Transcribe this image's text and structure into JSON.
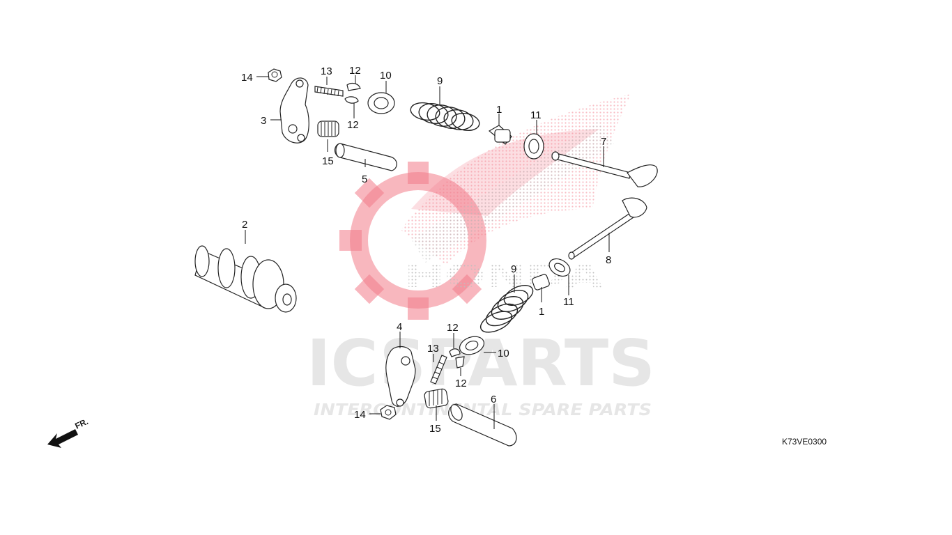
{
  "diagram": {
    "code": "K73VE0300",
    "direction_label": "FR.",
    "watermark": {
      "brand_text": "HONDA",
      "main_text": "ICSPARTS",
      "tagline": "INTERCONTINENTAL SPARE PARTS",
      "colors": {
        "red": "#e8102a",
        "grey": "#8a8a8a"
      }
    },
    "callouts": [
      {
        "id": "c14a",
        "label": "14"
      },
      {
        "id": "c13a",
        "label": "13"
      },
      {
        "id": "c12a",
        "label": "12"
      },
      {
        "id": "c12b",
        "label": "12"
      },
      {
        "id": "c10a",
        "label": "10"
      },
      {
        "id": "c9a",
        "label": "9"
      },
      {
        "id": "c1a",
        "label": "1"
      },
      {
        "id": "c11a",
        "label": "11"
      },
      {
        "id": "c7",
        "label": "7"
      },
      {
        "id": "c3",
        "label": "3"
      },
      {
        "id": "c15a",
        "label": "15"
      },
      {
        "id": "c5",
        "label": "5"
      },
      {
        "id": "c2",
        "label": "2"
      },
      {
        "id": "c8",
        "label": "8"
      },
      {
        "id": "c9b",
        "label": "9"
      },
      {
        "id": "c1b",
        "label": "1"
      },
      {
        "id": "c11b",
        "label": "11"
      },
      {
        "id": "c4",
        "label": "4"
      },
      {
        "id": "c12c",
        "label": "12"
      },
      {
        "id": "c13b",
        "label": "13"
      },
      {
        "id": "c10b",
        "label": "10"
      },
      {
        "id": "c12d",
        "label": "12"
      },
      {
        "id": "c6",
        "label": "6"
      },
      {
        "id": "c14b",
        "label": "14"
      },
      {
        "id": "c15b",
        "label": "15"
      }
    ]
  }
}
